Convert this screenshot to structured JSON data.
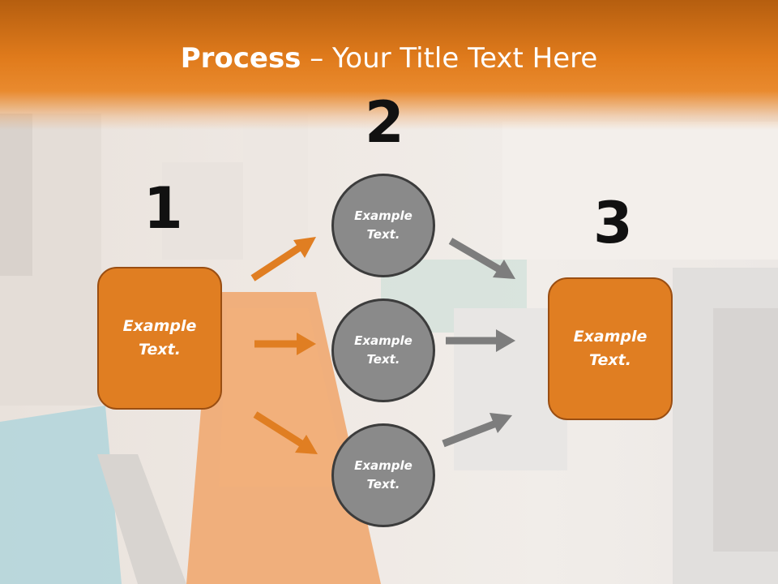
{
  "slide": {
    "title_bold": "Process",
    "title_rest": " – Your Title Text Here",
    "step_numbers": [
      "1",
      "2",
      "3"
    ],
    "left_box": "Example\nText.",
    "right_box": "Example\nText.",
    "circles": [
      "Example\nText.",
      "Example\nText.",
      "Example\nText."
    ]
  },
  "colors": {
    "accent_orange": "#e07e22",
    "circle_gray": "#8a8a8a",
    "arrow_gray": "#7d7d7d"
  }
}
